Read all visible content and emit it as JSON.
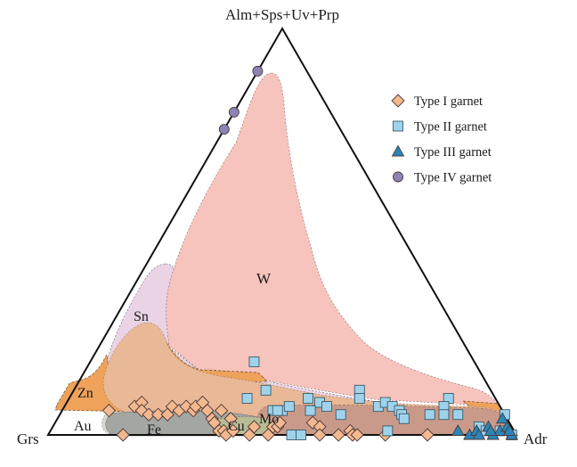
{
  "chart_data": {
    "type": "scatter",
    "subtype": "ternary",
    "axes": {
      "top": "Alm+Sps+Uv+Prp",
      "left": "Grs",
      "right": "Adr"
    },
    "point_format": [
      "Grs",
      "Adr",
      "Alm+Sps+Uv+Prp"
    ],
    "fields": [
      {
        "label": "W",
        "color": "#f6c3bd"
      },
      {
        "label": "Sn",
        "color": "#ead3e4"
      },
      {
        "label": "Zn",
        "color": "#eea25a"
      },
      {
        "label": "Au",
        "color": "#d9d6d0"
      },
      {
        "label": "Fe",
        "color": "#a4a6a2"
      },
      {
        "label": "Cu",
        "color": "#b9bb95"
      },
      {
        "label": "Mo",
        "color": "#c99a8a"
      }
    ],
    "legend_position": "top-right",
    "series": [
      {
        "name": "Type I garnet",
        "marker": "diamond",
        "color": "#f4b88f",
        "points": [
          [
            84,
            10,
            6
          ],
          [
            84,
            16,
            0
          ],
          [
            78,
            15,
            7
          ],
          [
            76,
            16,
            8
          ],
          [
            77,
            17,
            6
          ],
          [
            76,
            19,
            5
          ],
          [
            74,
            21,
            5
          ],
          [
            72,
            23,
            5
          ],
          [
            70,
            23,
            7
          ],
          [
            69,
            25,
            6
          ],
          [
            67,
            26,
            7
          ],
          [
            66,
            28,
            6
          ],
          [
            65,
            28,
            7
          ],
          [
            63,
            29,
            8
          ],
          [
            63,
            31,
            6
          ],
          [
            63,
            33,
            4
          ],
          [
            63,
            34,
            3
          ],
          [
            63,
            36,
            1
          ],
          [
            62,
            37,
            1
          ],
          [
            62,
            38,
            0
          ],
          [
            60,
            39,
            1
          ],
          [
            59,
            37,
            4
          ],
          [
            60,
            34,
            6
          ],
          [
            55,
            43,
            2
          ],
          [
            57,
            43,
            0
          ],
          [
            53,
            47,
            0
          ],
          [
            51,
            47,
            2
          ],
          [
            50,
            48,
            2
          ],
          [
            49,
            48,
            3
          ],
          [
            42,
            55,
            3
          ],
          [
            41,
            57,
            2
          ],
          [
            42,
            58,
            0
          ],
          [
            38,
            62,
            0
          ],
          [
            35,
            64,
            1
          ],
          [
            35,
            65,
            0
          ],
          [
            34,
            66,
            0
          ],
          [
            28,
            72,
            0
          ],
          [
            19,
            81,
            0
          ]
        ]
      },
      {
        "name": "Type II garnet",
        "marker": "square",
        "color": "#9fd3ec",
        "points": [
          [
            47,
            35,
            18
          ],
          [
            48,
            41,
            11
          ],
          [
            53,
            38,
            9
          ],
          [
            40,
            51,
            9
          ],
          [
            38,
            54,
            8
          ],
          [
            41,
            53,
            6
          ],
          [
            37,
            56,
            7
          ],
          [
            47,
            47,
            6
          ],
          [
            49,
            45,
            6
          ],
          [
            45,
            48,
            7
          ],
          [
            48,
            46,
            6
          ],
          [
            35,
            60,
            5
          ],
          [
            28,
            61,
            11
          ],
          [
            29,
            62,
            9
          ],
          [
            26,
            67,
            7
          ],
          [
            48,
            52,
            0
          ],
          [
            46,
            54,
            0
          ],
          [
            24,
            68,
            8
          ],
          [
            23,
            70,
            7
          ],
          [
            22,
            72,
            6
          ],
          [
            22,
            73,
            5
          ],
          [
            22,
            74,
            4
          ],
          [
            10,
            81,
            9
          ],
          [
            12,
            81,
            7
          ],
          [
            16,
            79,
            5
          ],
          [
            13,
            82,
            5
          ],
          [
            10,
            85,
            5
          ],
          [
            27,
            72,
            1
          ],
          [
            0,
            95,
            5
          ],
          [
            7,
            91,
            2
          ],
          [
            6,
            93,
            1
          ],
          [
            3,
            96,
            1
          ],
          [
            1,
            99,
            0
          ]
        ]
      },
      {
        "name": "Type III garnet",
        "marker": "triangle",
        "color": "#2a86b8",
        "points": [
          [
            12,
            87,
            1
          ],
          [
            10,
            90,
            0
          ],
          [
            8,
            91,
            1
          ],
          [
            5,
            93,
            2
          ],
          [
            5,
            95,
            0
          ],
          [
            3,
            96,
            1
          ],
          [
            1,
            97,
            2
          ],
          [
            1,
            95,
            4
          ],
          [
            1,
            99,
            0
          ],
          [
            5,
            94,
            1
          ],
          [
            1,
            98,
            1
          ],
          [
            8,
            92,
            0
          ]
        ]
      },
      {
        "name": "Type IV garnet",
        "marker": "circle",
        "color": "#8d84b5",
        "points": [
          [
            10.5,
            0,
            89.5
          ],
          [
            20.6,
            0,
            79.4
          ],
          [
            24.8,
            0,
            75.2
          ]
        ]
      }
    ]
  }
}
